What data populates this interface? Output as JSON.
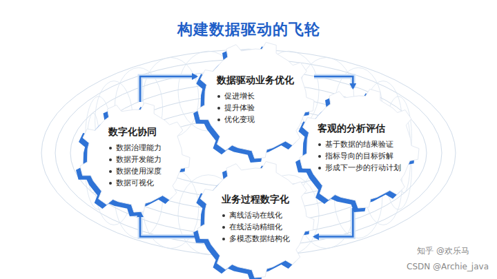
{
  "diagram": {
    "title": "构建数据驱动的飞轮",
    "nodes": [
      {
        "text": [
          "数据驱动业务优化",
          "促进增长",
          "提升体验",
          "优化变现"
        ]
      },
      {
        "text": [
          "客观的分析评估",
          "基于数据的结果验证",
          "指标导向的目标拆解",
          "形成下一步的行动计划"
        ]
      },
      {
        "text": [
          "业务过程数字化",
          "离线活动在线化",
          "在线活动精细化",
          "多模态数据结构化"
        ]
      },
      {
        "text": [
          "数字化协同",
          "数据治理能力",
          "数据开发能力",
          "数据使用深度",
          "数据可视化"
        ]
      }
    ],
    "edges": [
      {
        "from": 0,
        "to": 1,
        "arrow": "to"
      },
      {
        "from": 1,
        "to": 2,
        "arrow": "to"
      },
      {
        "from": 2,
        "to": 3,
        "arrow": "to"
      },
      {
        "from": 3,
        "to": 0,
        "arrow": "to"
      }
    ],
    "labels": [
      "知乎 @欢乐马",
      "CSDN @Archie_java"
    ]
  }
}
